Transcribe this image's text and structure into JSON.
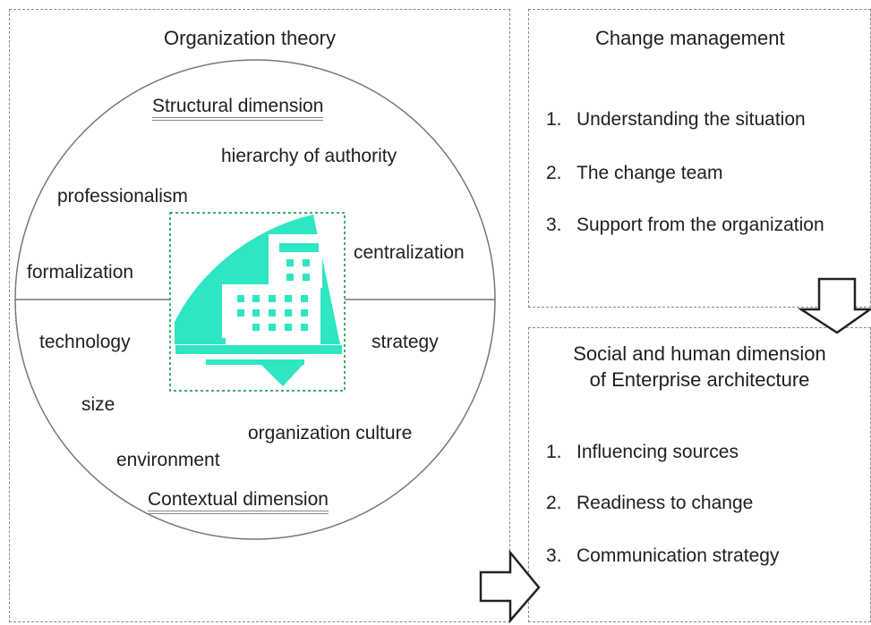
{
  "left_panel": {
    "title": "Organization theory",
    "structural_heading": "Structural dimension",
    "contextual_heading": "Contextual dimension",
    "structural_terms": {
      "hierarchy": "hierarchy of authority",
      "professionalism": "professionalism",
      "centralization": "centralization",
      "formalization": "formalization"
    },
    "contextual_terms": {
      "technology": "technology",
      "strategy": "strategy",
      "size": "size",
      "culture": "organization culture",
      "environment": "environment"
    }
  },
  "top_right_panel": {
    "title": "Change management",
    "items": [
      {
        "num": "1.",
        "label": "Understanding the situation"
      },
      {
        "num": "2.",
        "label": "The change team"
      },
      {
        "num": "3.",
        "label": "Support from the organization"
      }
    ]
  },
  "bottom_right_panel": {
    "title_line1": "Social and human dimension",
    "title_line2": "of Enterprise architecture",
    "items": [
      {
        "num": "1.",
        "label": "Influencing sources"
      },
      {
        "num": "2.",
        "label": "Readiness to change"
      },
      {
        "num": "3.",
        "label": "Communication strategy"
      }
    ]
  },
  "colors": {
    "building": "#2ee6c1",
    "border": "#8a8a8a",
    "frame": "#3dae6a",
    "circle": "#777777"
  },
  "icons": [
    "building-icon",
    "arrow-down-icon",
    "arrow-right-icon"
  ]
}
